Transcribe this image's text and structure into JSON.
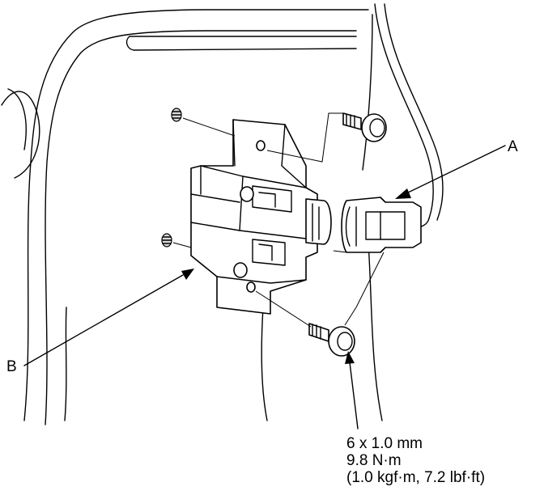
{
  "callouts": {
    "a": "A",
    "b": "B"
  },
  "fastener_spec": {
    "size": "6 x 1.0 mm",
    "torque_nm": "9.8 N·m",
    "torque_alt": "(1.0 kgf·m, 7.2 lbf·ft)"
  }
}
